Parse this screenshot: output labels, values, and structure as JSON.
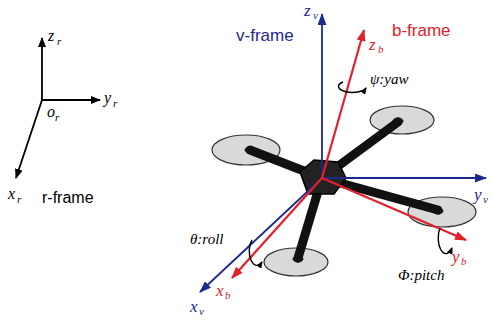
{
  "diagram": {
    "labels": [
      "v-frame",
      "b-frame",
      "r-frame",
      "z",
      "v",
      "y",
      "v",
      "x",
      "v",
      "z",
      "b",
      "y",
      "b",
      "x",
      "b",
      "z",
      "r",
      "y",
      "r",
      "x",
      "r",
      "o",
      "r",
      "ψ:yaw",
      "θ:roll",
      "Φ:pitch"
    ]
  }
}
